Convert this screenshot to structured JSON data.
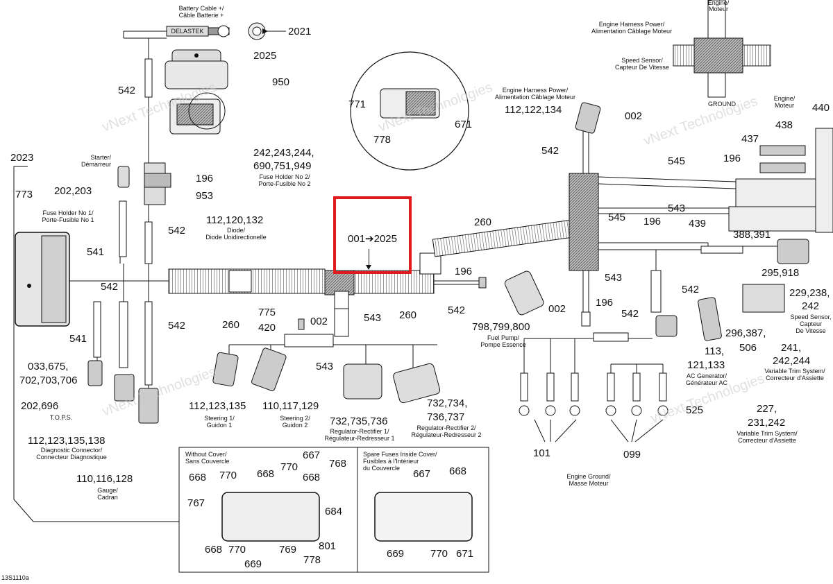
{
  "figure_code": "13S1110a",
  "highlight": {
    "label": "001➔2025",
    "color": "#e01b1b"
  },
  "watermark": [
    "vNext Technologies",
    "vNext Technologies",
    "vNext Technologies",
    "vNext Technologies",
    "vNext Technologies"
  ],
  "captions": {
    "battery": "Battery Cable +/",
    "battery2": "Câble Batterie +",
    "starter": "Starter/",
    "starter2": "Démarreur",
    "fuse1": "Fuse Holder No 1/",
    "fuse1b": "Porte-Fusible No 1",
    "fuse2": "Fuse Holder No 2/",
    "fuse2b": "Porte-Fusible No 2",
    "diode": "Diode/",
    "diode2": "Diode Unidirectionelle",
    "tops": "T.O.P.S.",
    "diag": "Diagnostic Connector/",
    "diag2": "Connecteur Diagnostique",
    "gauge": "Gauge/",
    "gauge2": "Cadran",
    "steer1": "Steering 1/",
    "steer1b": "Guidon 1",
    "steer2": "Steering 2/",
    "steer2b": "Guidon 2",
    "reg1": "Regulator-Rectifier 1/",
    "reg1b": "Régulateur-Redresseur 1",
    "reg2": "Regulator-Rectifier 2/",
    "reg2b": "Régulateur-Redresseur 2",
    "fuelpump": "Fuel Pump/",
    "fuelpump2": "Pompe Essence",
    "ehp": "Engine Harness Power/",
    "ehp2": "Alimentation Câblage Moteur",
    "ehpTop": "Engine Harness Power/",
    "ehpTop2": "Alimentation Câblage Moteur",
    "engineTop": "Engine/",
    "engineTop2": "Moteur",
    "speedTop": "Speed Sensor/",
    "speedTop2": "Capteur De Vitesse",
    "ground": "GROUND",
    "engineRight": "Engine/",
    "engineRight2": "Moteur",
    "speed": "Speed Sensor,",
    "speed2": "Capteur",
    "speed3": "De Vitesse",
    "vts1": "Variable Trim System/",
    "vts1b": "Correcteur d'Assiette",
    "vts2": "Variable Trim System/",
    "vts2b": "Correcteur d'Assiette",
    "acgen": "AC Generator/",
    "acgen2": "Générateur AC",
    "eground": "Engine Ground/",
    "eground2": "Masse Moteur",
    "nocover": "Without Cover/",
    "nocover2": "Sans Couvercle",
    "spare": "Spare Fuses Inside Cover/",
    "spare2": "Fusibles à l'Intérieur",
    "spare3": "du Couvercle",
    "delastek": "DELASTEK"
  },
  "callouts": {
    "c2021": "2021",
    "c2025": "2025",
    "c950": "950",
    "c542a": "542",
    "c242": "242,243,244,",
    "c690": "690,751,949",
    "c2023": "2023",
    "c773": "773",
    "c202": "202,203",
    "c196a": "196",
    "c953": "953",
    "c112a": "112,120,132",
    "c542b": "542",
    "c541a": "541",
    "c542c": "542",
    "c542d": "542",
    "c541b": "541",
    "c033": "033,675,",
    "c702": "702,703,706",
    "c202b": "202,696",
    "c112b": "112,123,135,138",
    "c110a": "110,116,128",
    "c260a": "260",
    "c775": "775",
    "c420": "420",
    "c002a": "002",
    "c543a": "543",
    "c543b": "543",
    "c112c": "112,123,135",
    "c110b": "110,117,129",
    "c732a": "732,735,736",
    "c732b": "732,734,",
    "c736": "736,737",
    "c260b": "260",
    "c260c": "260",
    "c196b": "196",
    "c542e": "542",
    "c798": "798,799,800",
    "c771": "771",
    "c778a": "778",
    "c671a": "671",
    "c112d": "112,122,134",
    "c002b": "002",
    "c542f": "542",
    "c440": "440",
    "c438": "438",
    "c437": "437",
    "c196c": "196",
    "c545a": "545",
    "c545b": "545",
    "c196d": "196",
    "c543c": "543",
    "c439": "439",
    "c388": "388,391",
    "c295": "295,918",
    "c229": "229,238,",
    "c242b": "242",
    "c543d": "543",
    "c002c": "002",
    "c196e": "196",
    "c542g": "542",
    "c542h": "542",
    "c296": "296,387,",
    "c506": "506",
    "c241": "241,",
    "c242c": "242,244",
    "c113": "113,",
    "c121": "121,133",
    "c227": "227,",
    "c231": "231,242",
    "c101": "101",
    "c099": "099",
    "c525": "525",
    "c668a": "668",
    "c770a": "770",
    "c668b": "668",
    "c770b": "770",
    "c667a": "667",
    "c768": "768",
    "c668c": "668",
    "c767": "767",
    "c684": "684",
    "c668d": "668",
    "c770c": "770",
    "c769": "769",
    "c801": "801",
    "c669a": "669",
    "c778b": "778",
    "c667b": "667",
    "c668e": "668",
    "c669b": "669",
    "c770d": "770",
    "c671b": "671"
  }
}
